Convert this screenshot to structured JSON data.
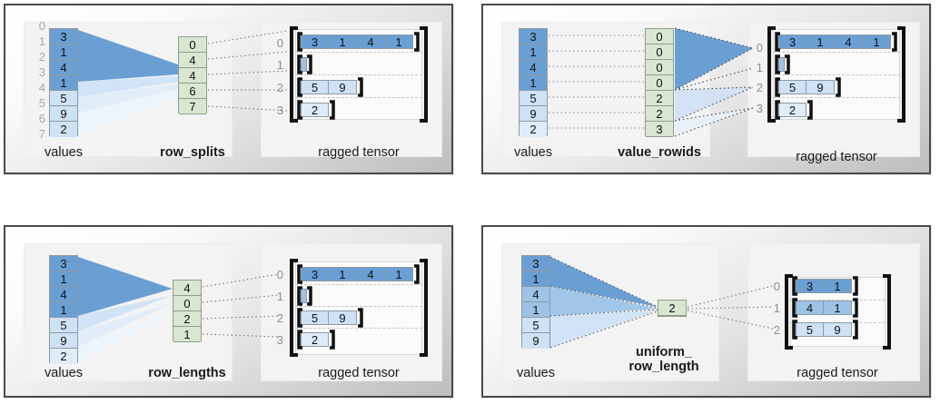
{
  "colors": {
    "blue_dark": "#6a9fd4",
    "blue_mid": "#9dc3e6",
    "blue_light": "#c9def2",
    "blue_lighter": "#dfecf9",
    "green": "#d9e7d0",
    "cell_border": "#8e9aa3",
    "index_gray": "#a8a8a8",
    "panel_border": "#4a4a4a",
    "bracket": "#111111",
    "dotted": "#6e6e6e"
  },
  "panels": [
    {
      "id": "row-splits",
      "values_label": "values",
      "encoding_label": "row_splits",
      "tensor_label": "ragged tensor",
      "values": [
        "3",
        "1",
        "4",
        "1",
        "5",
        "9",
        "2"
      ],
      "value_index_labels": [
        "0",
        "1",
        "2",
        "3",
        "4",
        "5",
        "6",
        "7"
      ],
      "encoding_values": [
        "0",
        "4",
        "4",
        "6",
        "7"
      ],
      "tensor_row_indices": [
        "0",
        "1",
        "2",
        "3"
      ],
      "tensor_rows": [
        [
          "3",
          "1",
          "4",
          "1"
        ],
        [],
        [
          "5",
          "9"
        ],
        [
          "2"
        ]
      ]
    },
    {
      "id": "value-rowids",
      "values_label": "values",
      "encoding_label": "value_rowids",
      "tensor_label": "ragged tensor",
      "values": [
        "3",
        "1",
        "4",
        "1",
        "5",
        "9",
        "2"
      ],
      "value_index_labels": [],
      "encoding_values": [
        "0",
        "0",
        "0",
        "0",
        "2",
        "2",
        "3"
      ],
      "tensor_row_indices": [
        "0",
        "1",
        "2",
        "3"
      ],
      "tensor_rows": [
        [
          "3",
          "1",
          "4",
          "1"
        ],
        [],
        [
          "5",
          "9"
        ],
        [
          "2"
        ]
      ]
    },
    {
      "id": "row-lengths",
      "values_label": "values",
      "encoding_label": "row_lengths",
      "tensor_label": "ragged tensor",
      "values": [
        "3",
        "1",
        "4",
        "1",
        "5",
        "9",
        "2"
      ],
      "value_index_labels": [],
      "encoding_values": [
        "4",
        "0",
        "2",
        "1"
      ],
      "tensor_row_indices": [
        "0",
        "1",
        "2",
        "3"
      ],
      "tensor_rows": [
        [
          "3",
          "1",
          "4",
          "1"
        ],
        [],
        [
          "5",
          "9"
        ],
        [
          "2"
        ]
      ]
    },
    {
      "id": "uniform-row-length",
      "values_label": "values",
      "encoding_label": "uniform_\nrow_length",
      "tensor_label": "ragged tensor",
      "values": [
        "3",
        "1",
        "4",
        "1",
        "5",
        "9"
      ],
      "value_index_labels": [],
      "encoding_values": [
        "2"
      ],
      "tensor_row_indices": [
        "0",
        "1",
        "2"
      ],
      "tensor_rows": [
        [
          "3",
          "1"
        ],
        [
          "4",
          "1"
        ],
        [
          "5",
          "9"
        ]
      ]
    }
  ]
}
